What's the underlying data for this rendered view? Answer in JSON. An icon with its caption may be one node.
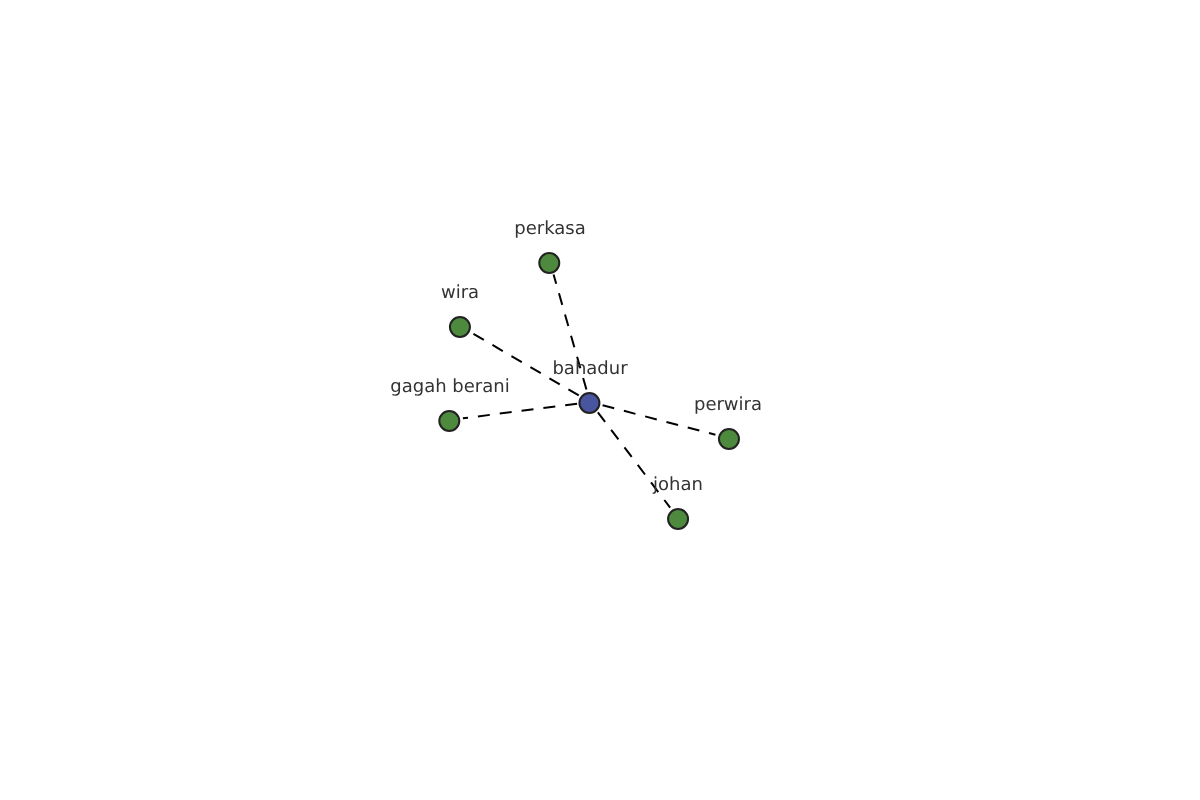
{
  "diagram": {
    "nodes": [
      {
        "text": [
          "bahadur"
        ]
      },
      {
        "text": [
          "perkasa"
        ]
      },
      {
        "text": [
          "wira"
        ]
      },
      {
        "text": [
          "gagah berani"
        ]
      },
      {
        "text": [
          "perwira"
        ]
      },
      {
        "text": [
          "johan"
        ]
      }
    ],
    "edges": [
      {
        "from": 0,
        "to": 1,
        "arrow": "none",
        "style": "dashed"
      },
      {
        "from": 0,
        "to": 2,
        "arrow": "none",
        "style": "dashed"
      },
      {
        "from": 0,
        "to": 3,
        "arrow": "none",
        "style": "dashed"
      },
      {
        "from": 0,
        "to": 4,
        "arrow": "none",
        "style": "dashed"
      },
      {
        "from": 0,
        "to": 5,
        "arrow": "none",
        "style": "dashed"
      }
    ]
  }
}
